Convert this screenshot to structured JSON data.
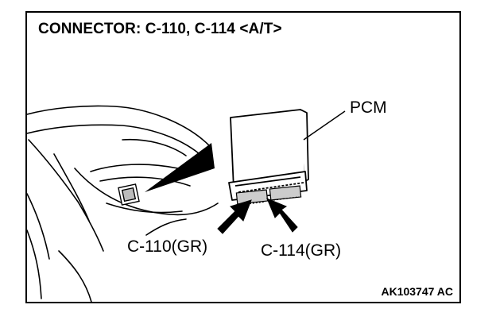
{
  "title": "CONNECTOR: C-110, C-114 <A/T>",
  "labels": {
    "pcm": "PCM",
    "c110": "C-110(GR)",
    "c114": "C-114(GR)"
  },
  "reference_code": "AK103747 AC"
}
